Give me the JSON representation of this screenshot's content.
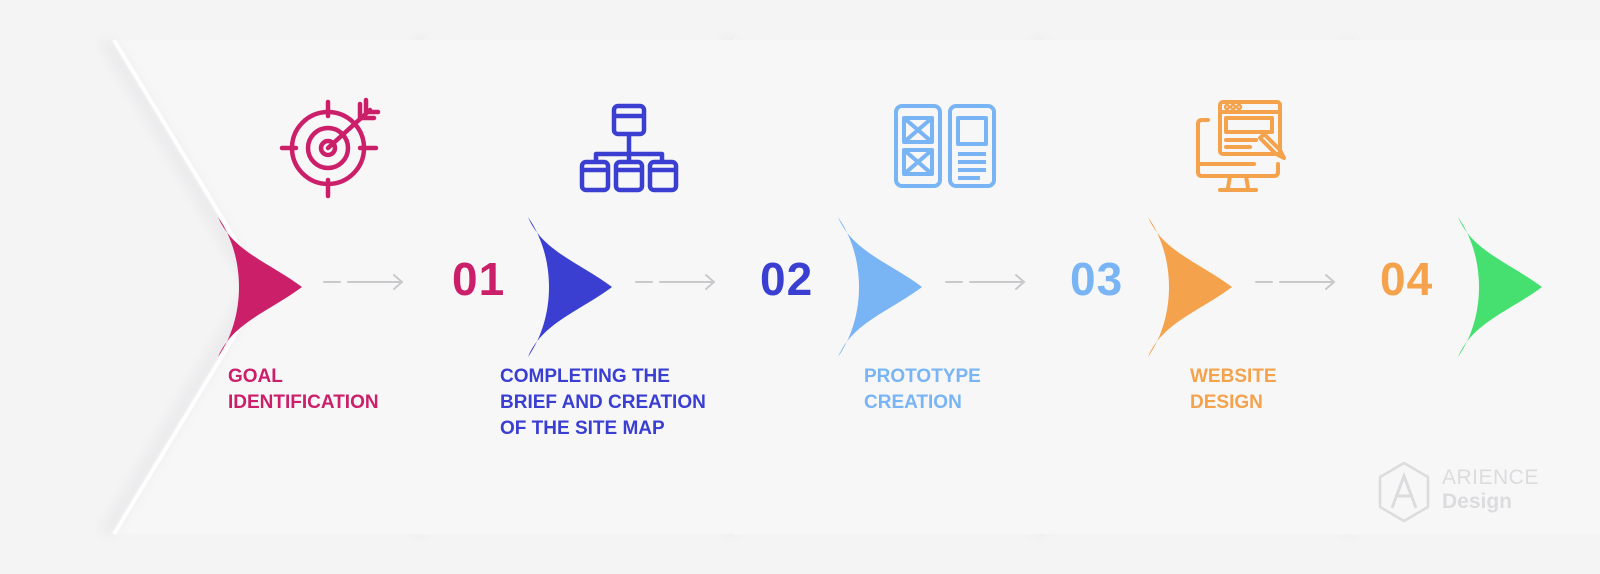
{
  "colors": {
    "background": "#f4f4f5",
    "arrow_gray": "#c9c9cc",
    "step_colors": [
      "#cc1f6a",
      "#3a3fd1",
      "#79b4f4",
      "#f4a24c",
      "#45e06f"
    ]
  },
  "steps": [
    {
      "icon": "target-arrow-icon",
      "number": "",
      "label": "GOAL\nIDENTIFICATION",
      "color": "#cc1f6a"
    },
    {
      "icon": "sitemap-icon",
      "number": "01",
      "label": "COMPLETING THE\nBRIEF AND CREATION\nOF THE SITE MAP",
      "color": "#3a3fd1"
    },
    {
      "icon": "wireframe-icon",
      "number": "02",
      "label": "PROTOTYPE\nCREATION",
      "color": "#79b4f4"
    },
    {
      "icon": "web-design-monitor-icon",
      "number": "03",
      "label": "WEBSITE\nDESIGN",
      "color": "#f4a24c"
    },
    {
      "icon": "",
      "number": "04",
      "label": "",
      "color": "#45e06f"
    }
  ],
  "numbers": {
    "n1": "01",
    "n2": "02",
    "n3": "03",
    "n4": "04"
  },
  "labels": {
    "l0": "GOAL\nIDENTIFICATION",
    "l1": "COMPLETING THE\nBRIEF AND CREATION\nOF THE SITE MAP",
    "l2": "PROTOTYPE\nCREATION",
    "l3": "WEBSITE\nDESIGN"
  },
  "logo": {
    "line1": "ARIENCE",
    "line2": "Design"
  }
}
